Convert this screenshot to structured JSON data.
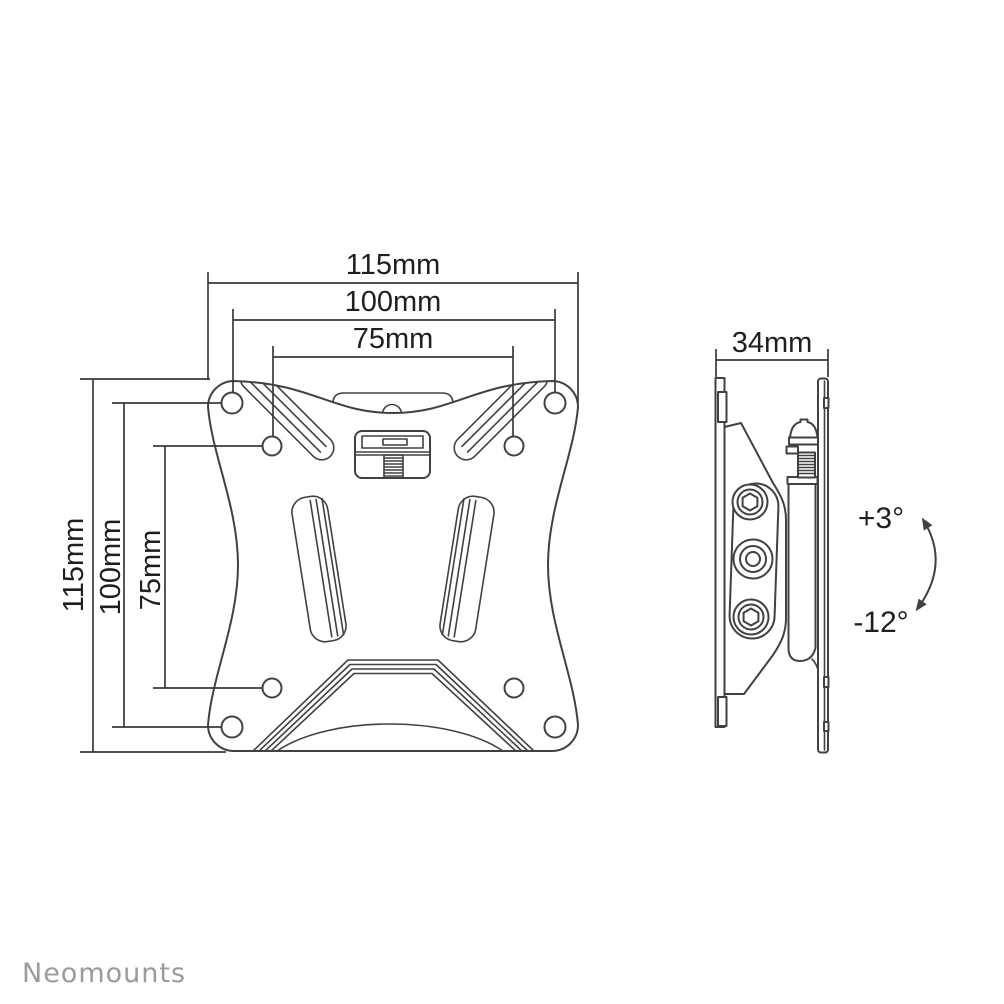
{
  "front_view": {
    "width_dims": {
      "outer": "115mm",
      "vesa100": "100mm",
      "vesa75": "75mm"
    },
    "height_dims": {
      "outer": "115mm",
      "vesa100": "100mm",
      "vesa75": "75mm"
    }
  },
  "side_view": {
    "depth_dim": "34mm"
  },
  "tilt": {
    "up": "+3°",
    "down": "-12°"
  },
  "branding": {
    "logo": "Neomounts"
  },
  "colors": {
    "line": "#414141",
    "text": "#1f1f1f",
    "logo_gray": "#9b9b9b",
    "background": "#ffffff"
  }
}
